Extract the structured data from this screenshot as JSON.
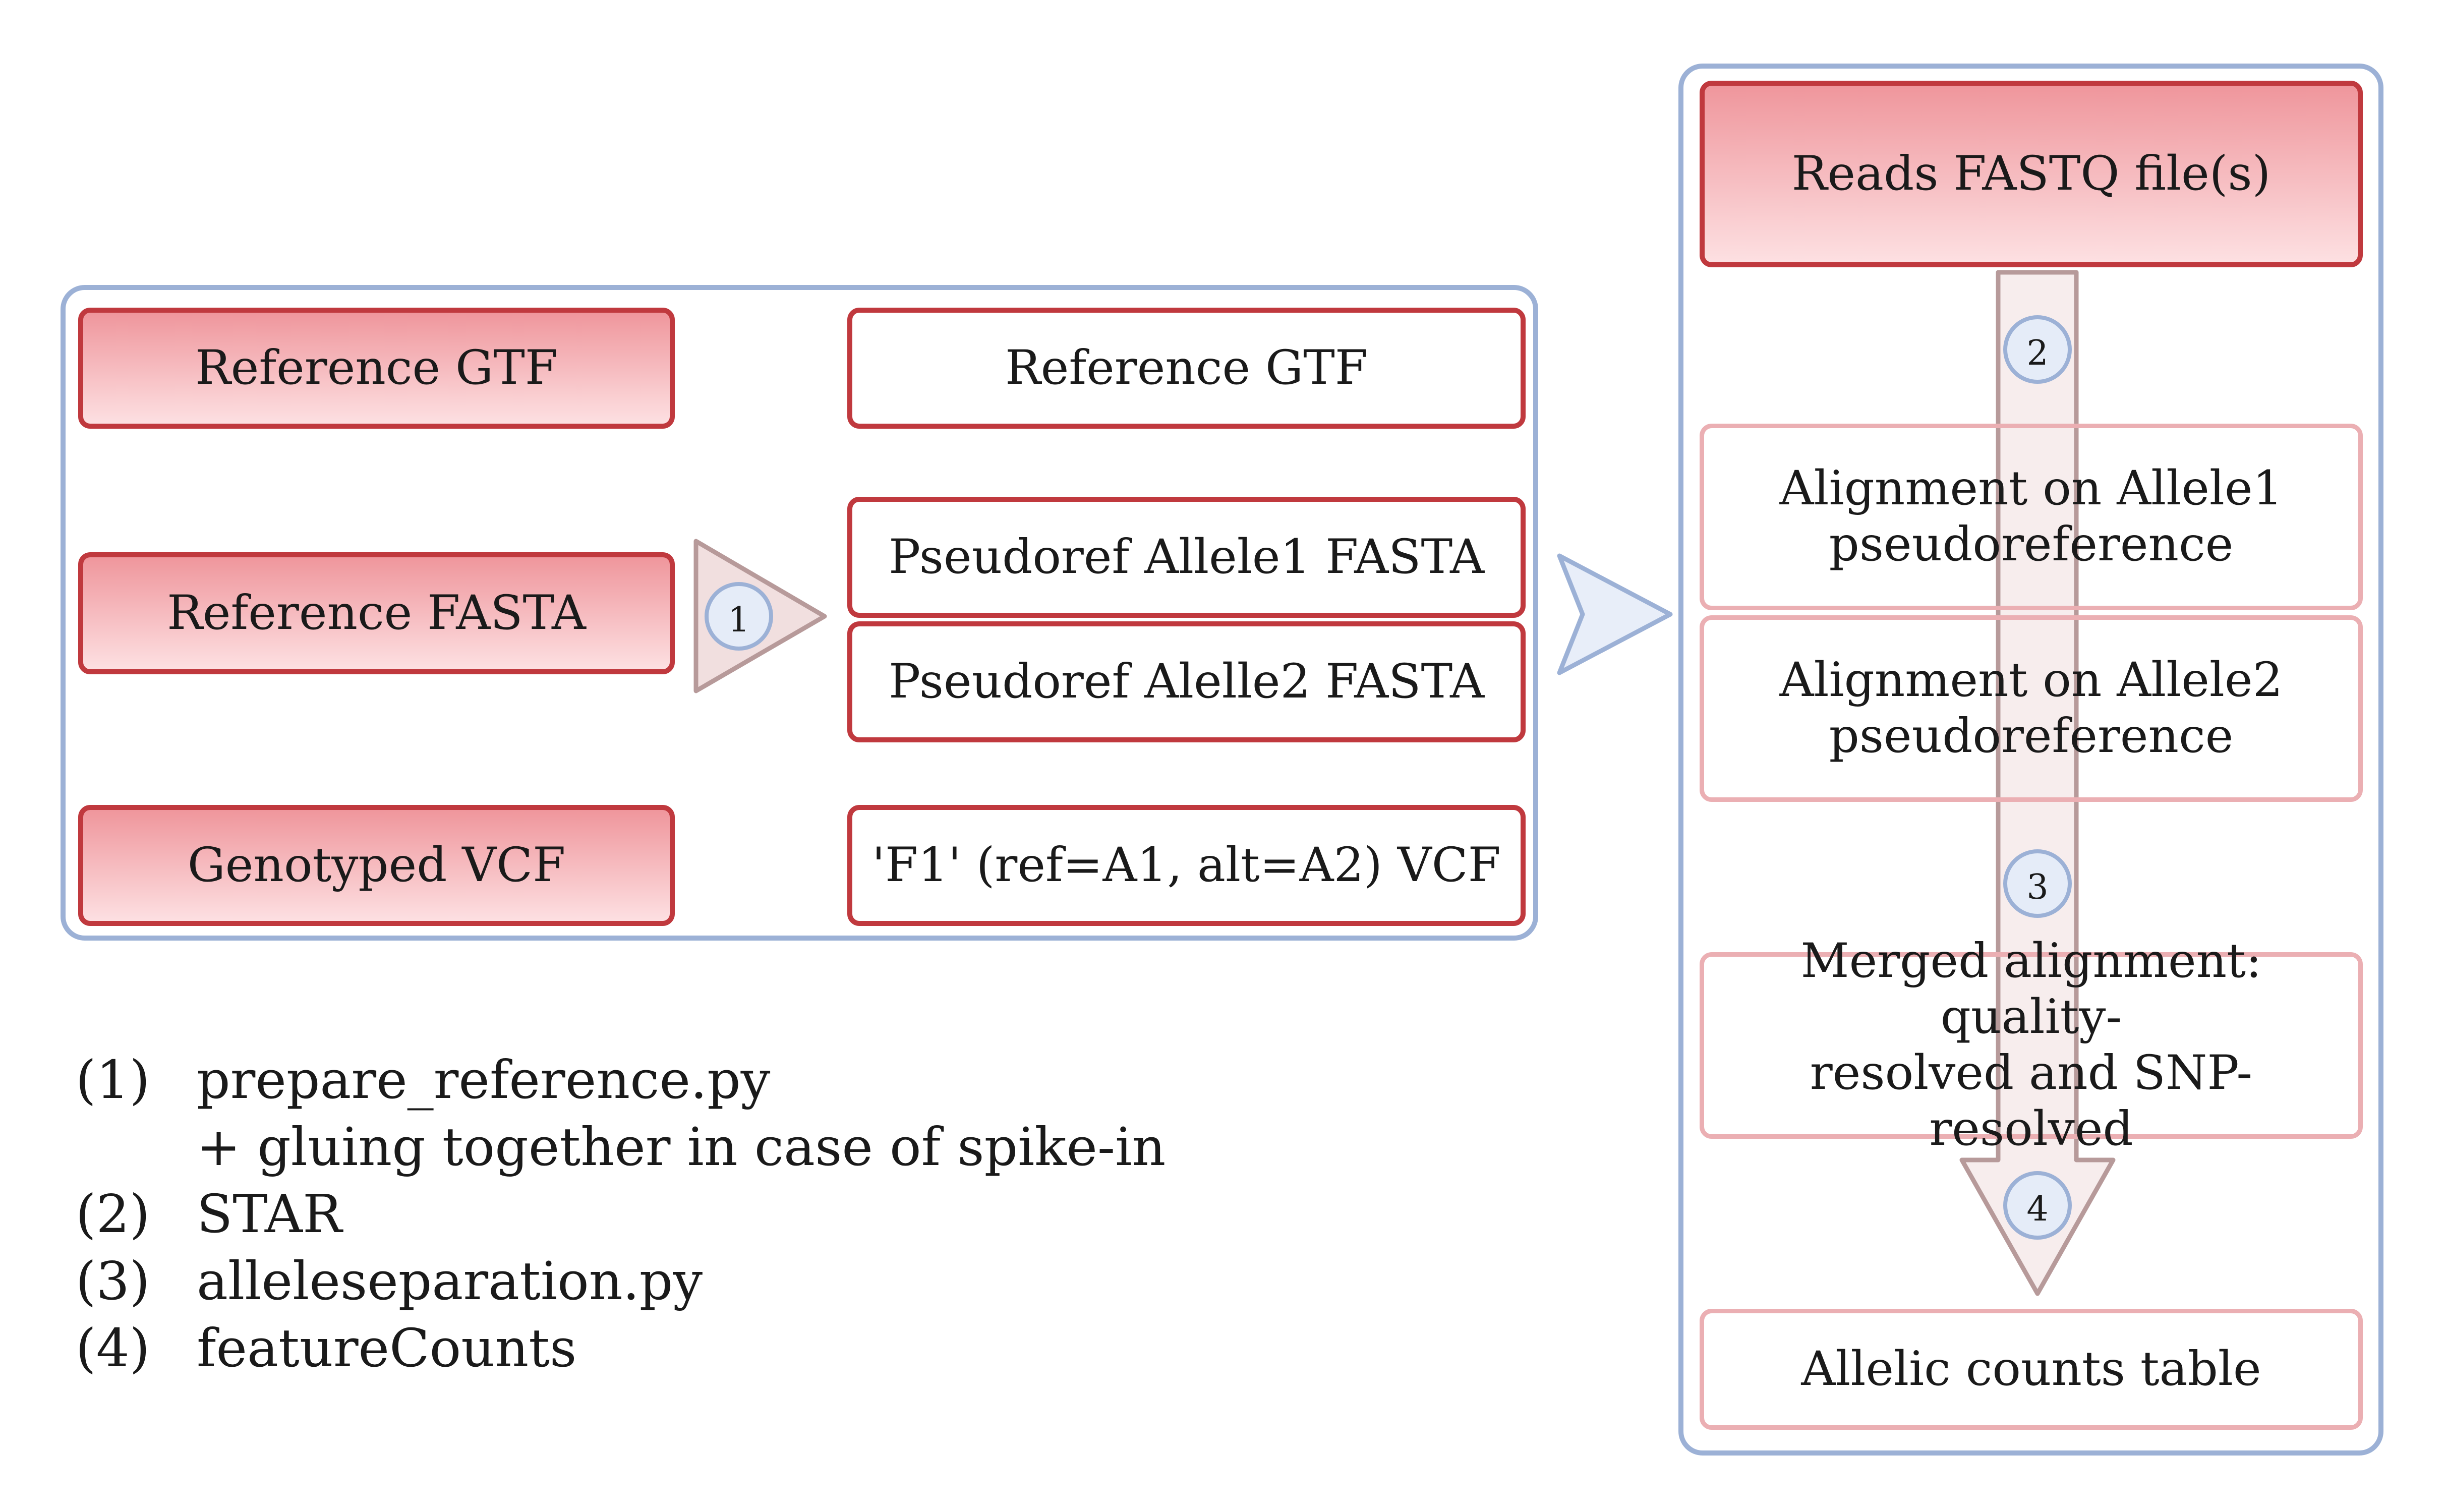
{
  "inputs": {
    "reference_gtf": "Reference GTF",
    "reference_fasta": "Reference FASTA",
    "genotyped_vcf": "Genotyped VCF"
  },
  "prepared": {
    "reference_gtf": "Reference GTF",
    "pseudoref_allele1_fasta": "Pseudoref Allele1 FASTA",
    "pseudoref_allele2_fasta": "Pseudoref Alelle2 FASTA",
    "f1_vcf": "'F1' (ref=A1, alt=A2) VCF"
  },
  "pipeline": {
    "reads": "Reads FASTQ file(s)",
    "align1_line1": "Alignment on Allele1",
    "align1_line2": "pseudoreference",
    "align2_line1": "Alignment on Allele2",
    "align2_line2": "pseudoreference",
    "merged_line1": "Merged alignment: quality-",
    "merged_line2": "resolved and SNP-resolved",
    "counts": "Allelic counts table"
  },
  "steps": {
    "s1": "1",
    "s2": "2",
    "s3": "3",
    "s4": "4"
  },
  "legend": [
    {
      "num": "(1)",
      "text": "prepare_reference.py"
    },
    {
      "num": "",
      "text": "+ gluing together in case of spike-in"
    },
    {
      "num": "(2)",
      "text": "STAR"
    },
    {
      "num": "(3)",
      "text": "alleleseparation.py"
    },
    {
      "num": "(4)",
      "text": "featureCounts"
    }
  ],
  "colors": {
    "box_border": "#c0393e",
    "box_fill_top": "#ef969c",
    "box_fill_bottom": "#fde0e2",
    "light_border": "#ebafb3",
    "frame_border": "#9cb1d6",
    "step_circle_fill": "#e5ecf8",
    "step_circle_border": "#9cb1d6",
    "arrow_fill": "#f1dfdf",
    "arrow_border": "#b79a9a",
    "big_arrow_fill": "#e8eef9"
  }
}
